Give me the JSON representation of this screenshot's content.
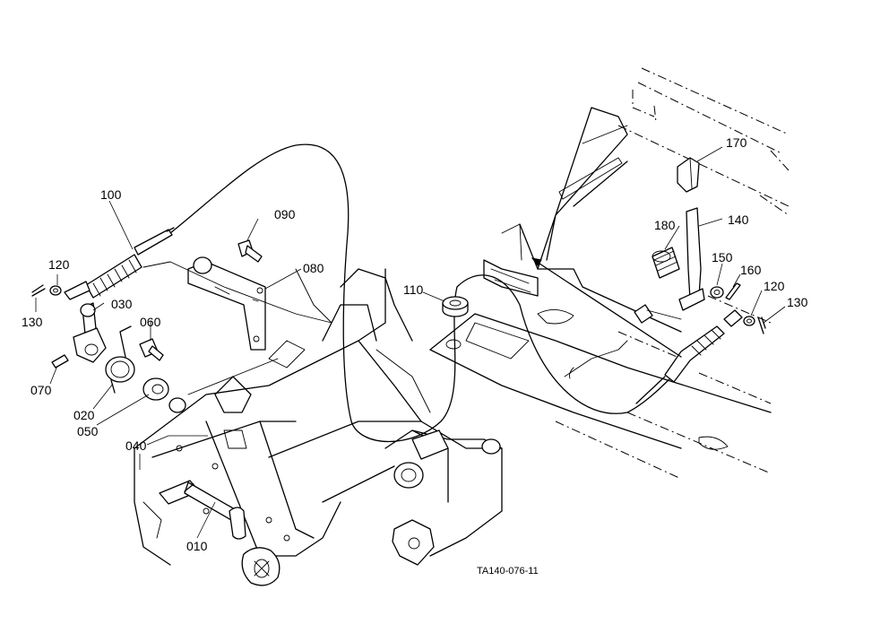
{
  "parts": {
    "p010": "010",
    "p020": "020",
    "p030": "030",
    "p040": "040",
    "p050": "050",
    "p060": "060",
    "p070": "070",
    "p080": "080",
    "p090": "090",
    "p100": "100",
    "p110": "110",
    "p120_left": "120",
    "p120_right": "120",
    "p130_left": "130",
    "p130_right": "130",
    "p140": "140",
    "p150": "150",
    "p160": "160",
    "p170": "170",
    "p180": "180"
  },
  "drawing_code": "TA140-076-11"
}
